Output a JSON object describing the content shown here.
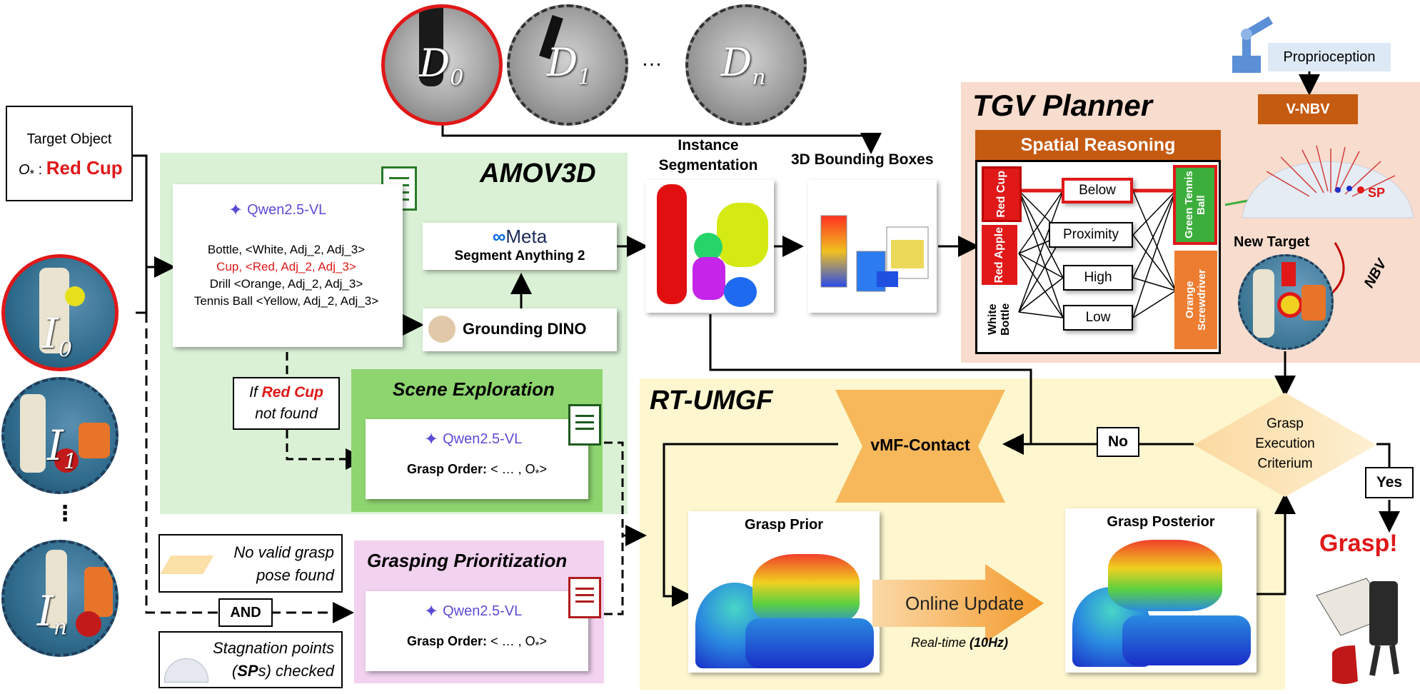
{
  "target": {
    "label": "Target Object",
    "symbol": "O",
    "subscript": "*",
    "sep": " : ",
    "value": "Red Cup"
  },
  "inputs": {
    "i0": "I",
    "i0_sub": "0",
    "i1": "I",
    "i1_sub": "1",
    "dots": "⋮",
    "in": "I",
    "in_sub": "n"
  },
  "depth": {
    "d0": "D",
    "d0_sub": "0",
    "d1": "D",
    "d1_sub": "1",
    "dots": "…",
    "dn": "D",
    "dn_sub": "n"
  },
  "amov": {
    "title": "AMOV3D",
    "qwen": "Qwen2.5-VL",
    "objects": [
      "Bottle, <White, Adj_2, Adj_3>",
      "Cup, <Red, Adj_2, Adj_3>",
      "Drill <Orange, Adj_2, Adj_3>",
      "Tennis Ball <Yellow, Adj_2, Adj_3>"
    ],
    "meta": "Meta",
    "sam": "Segment Anything 2",
    "dino": "Grounding DINO",
    "if_line1": "If",
    "if_target": "Red Cup",
    "if_line2": "not found"
  },
  "scene": {
    "title": "Scene Exploration",
    "qwen": "Qwen2.5-VL",
    "order_label": "Grasp Order:",
    "order_value": "< … , O",
    "order_sub": "*",
    "order_end": ">"
  },
  "prio": {
    "title": "Grasping Prioritization",
    "qwen": "Qwen2.5-VL",
    "order_label": "Grasp Order:",
    "order_value": "< … , O",
    "order_sub": "*",
    "order_end": ">"
  },
  "conditions": {
    "no_valid_line1": "No valid grasp",
    "no_valid_line2": "pose found",
    "and": "AND",
    "stagnation_line1": "Stagnation points",
    "stagnation_sp": "SP",
    "stagnation_line2": "s) checked"
  },
  "segmentation": {
    "instance_line1": "Instance",
    "instance_line2": "Segmentation",
    "bbox": "3D Bounding Boxes"
  },
  "tgv": {
    "title": "TGV Planner",
    "spatial": "Spatial Reasoning",
    "left_nodes": [
      "Red Cup",
      "Red Apple",
      "White Bottle"
    ],
    "relations": [
      "Below",
      "Proximity",
      "High",
      "Low"
    ],
    "right_nodes": [
      "Green Tennis Ball",
      "Orange Screwdriver"
    ],
    "proprioception": "Proprioception",
    "vnbv": "V-NBV",
    "sp": "SP",
    "new_target": "New Target",
    "nbv": "NBV"
  },
  "rtumgf": {
    "title": "RT-UMGF",
    "vmf": "vMF-Contact",
    "prior": "Grasp Prior",
    "posterior": "Grasp Posterior",
    "online": "Online Update",
    "realtime": "Real-time",
    "hz": "(10Hz)",
    "no": "No",
    "yes": "Yes",
    "criterium_1": "Grasp",
    "criterium_2": "Execution",
    "criterium_3": "Criterium",
    "grasp": "Grasp!"
  },
  "colors": {
    "red": "#e01818",
    "amov_bg": "#daf1d6",
    "scene_bg": "#8ed46f",
    "prio_bg": "#f1d2ef",
    "tgv_bg": "#f8dccd",
    "rtumgf_bg": "#fdf6cf",
    "orange": "#c55a11",
    "vmf": "#f6b85a",
    "green_node": "#3cae3c",
    "screwdriver": "#ed7d31"
  }
}
